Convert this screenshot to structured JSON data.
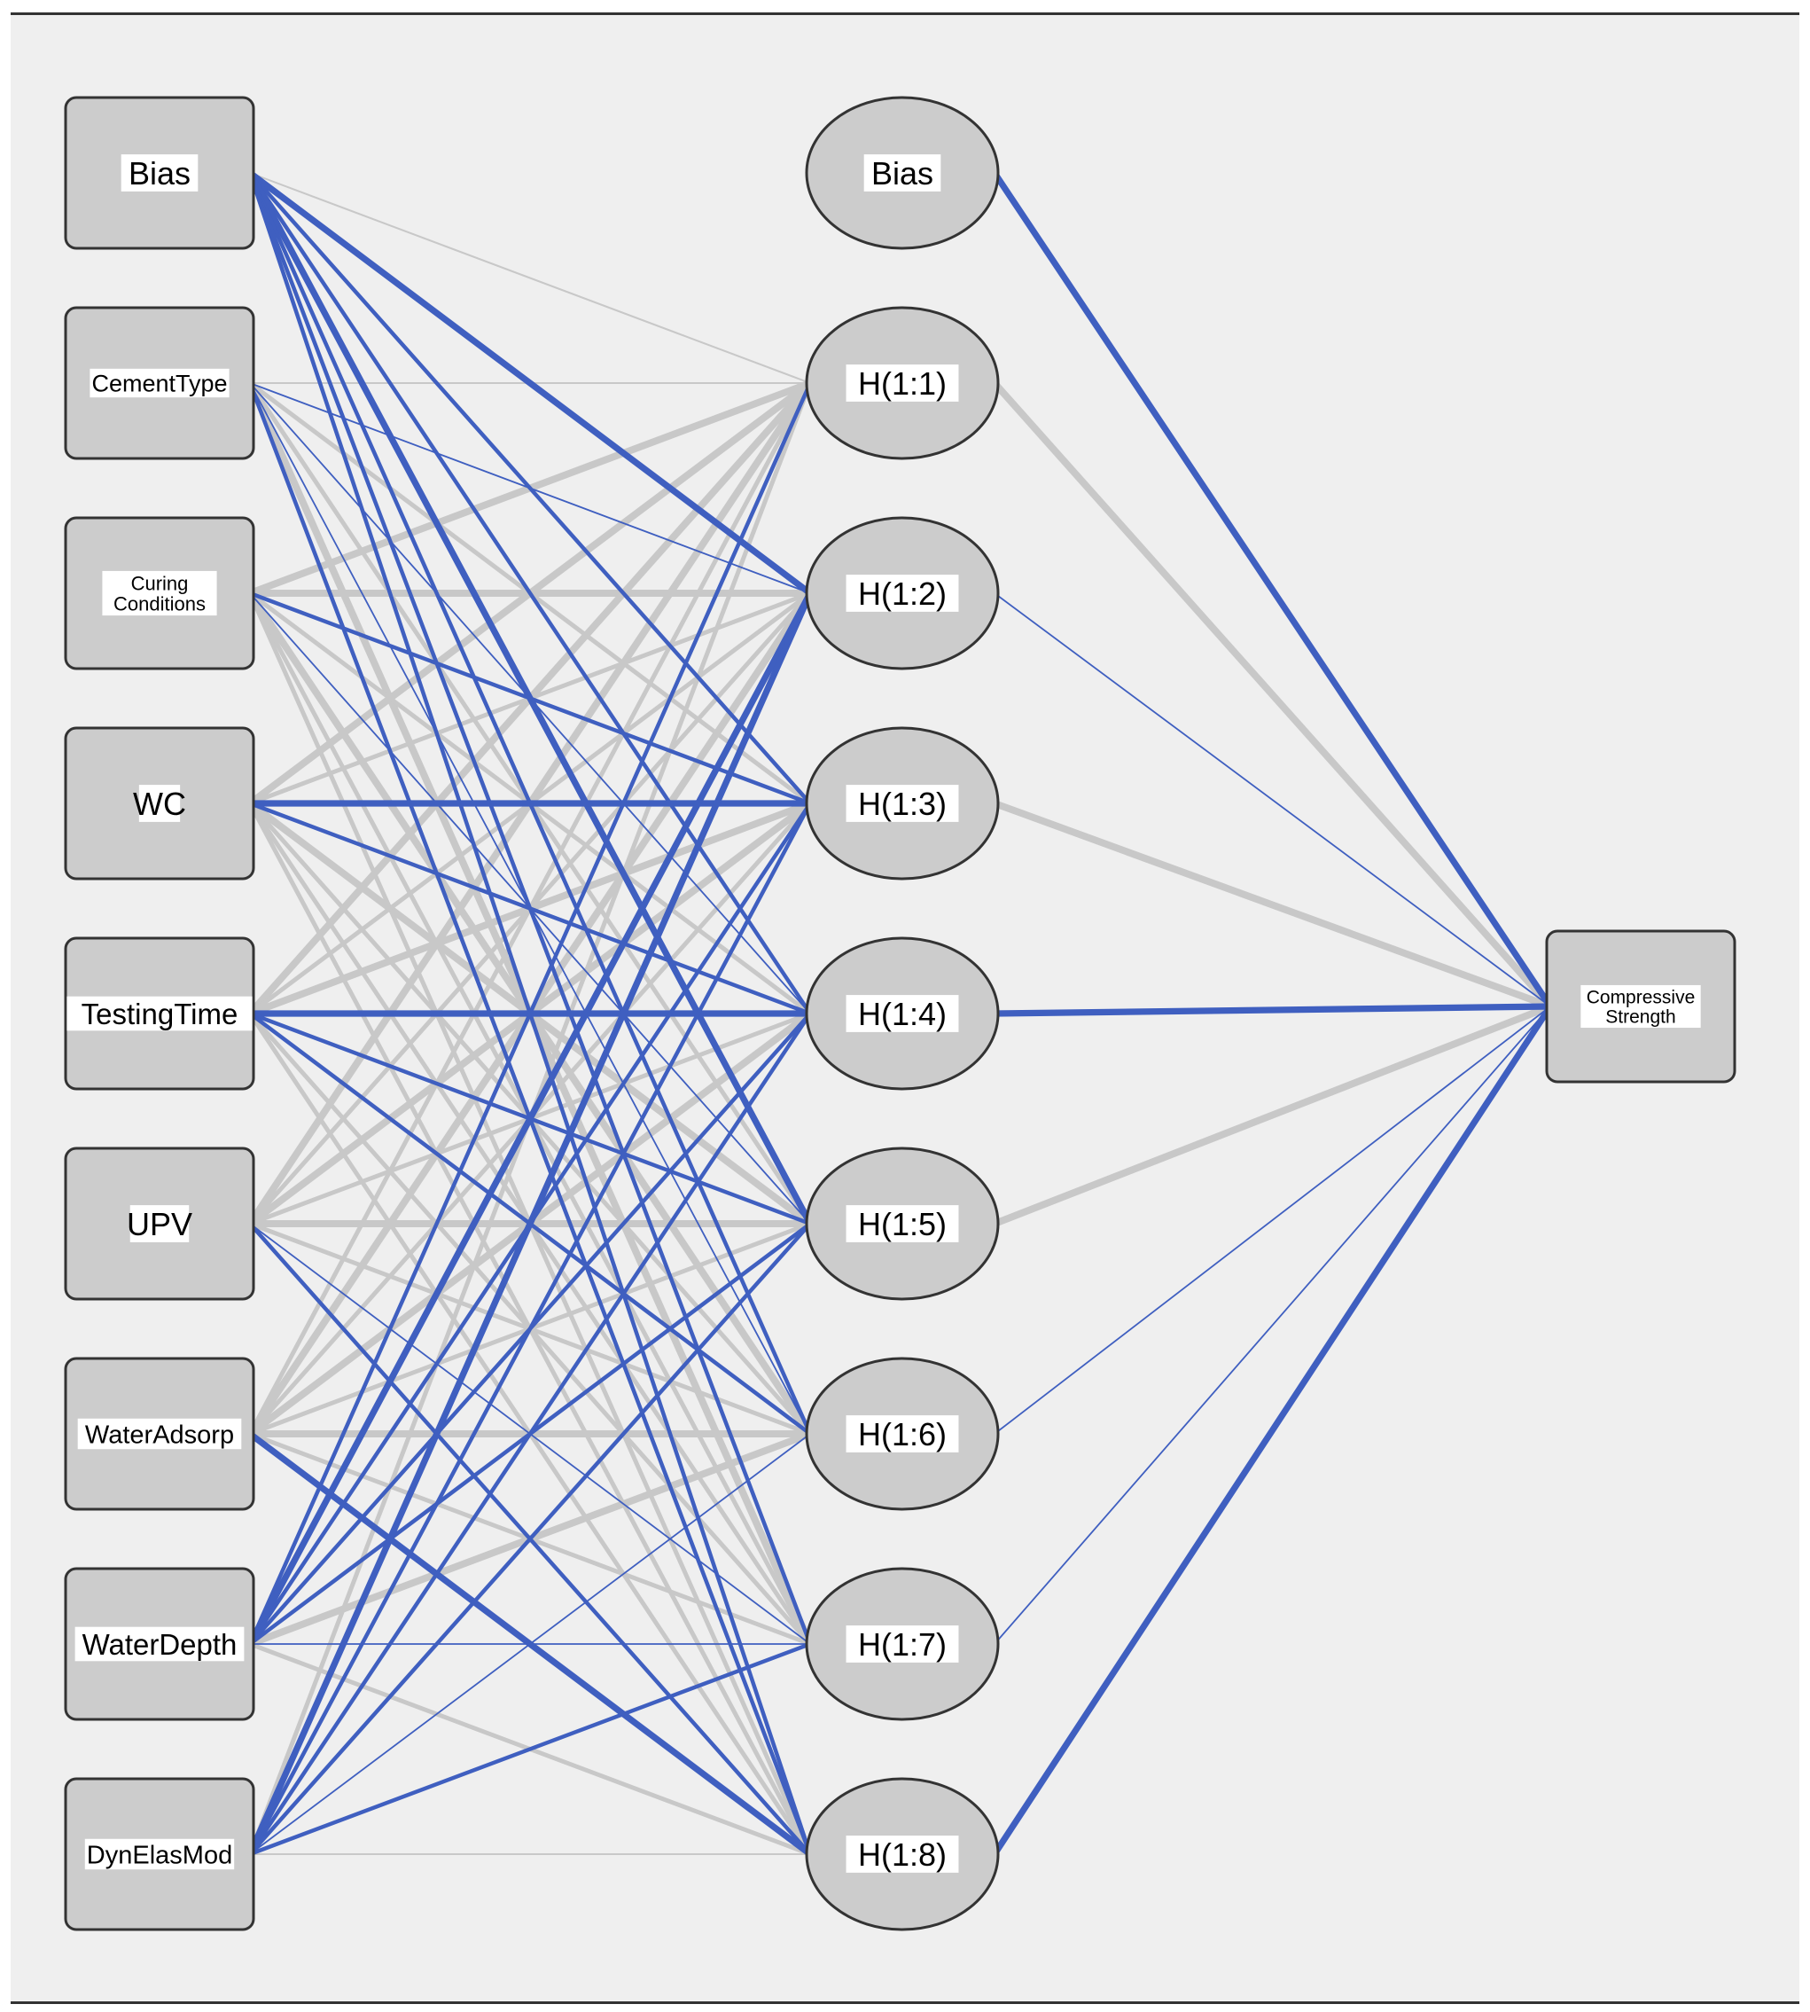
{
  "colors": {
    "background": "#efefef",
    "node_fill": "#cccccc",
    "node_stroke": "#333333",
    "positive_weight": "#c8c8c8",
    "negative_weight": "#3f5fc0"
  },
  "input_layer": [
    {
      "id": "in-bias",
      "label": "Bias"
    },
    {
      "id": "in-cement",
      "label": "CementType"
    },
    {
      "id": "in-curing",
      "label": "Curing Conditions"
    },
    {
      "id": "in-wc",
      "label": "WC"
    },
    {
      "id": "in-testing",
      "label": "TestingTime"
    },
    {
      "id": "in-upv",
      "label": "UPV"
    },
    {
      "id": "in-wateradsorp",
      "label": "WaterAdsorp"
    },
    {
      "id": "in-waterdepth",
      "label": "WaterDepth"
    },
    {
      "id": "in-dynelas",
      "label": "DynElasMod"
    }
  ],
  "hidden_layer": [
    {
      "id": "h-bias",
      "label": "Bias"
    },
    {
      "id": "h1",
      "label": "H(1:1)"
    },
    {
      "id": "h2",
      "label": "H(1:2)"
    },
    {
      "id": "h3",
      "label": "H(1:3)"
    },
    {
      "id": "h4",
      "label": "H(1:4)"
    },
    {
      "id": "h5",
      "label": "H(1:5)"
    },
    {
      "id": "h6",
      "label": "H(1:6)"
    },
    {
      "id": "h7",
      "label": "H(1:7)"
    },
    {
      "id": "h8",
      "label": "H(1:8)"
    }
  ],
  "output_layer": [
    {
      "id": "out-cs",
      "label": "Compressive Strength"
    }
  ],
  "input_to_hidden_weights": [
    [
      "g1",
      "b3",
      "b2",
      "b2",
      "b3",
      "b2",
      "b2",
      "b2"
    ],
    [
      "g1",
      "b1",
      "g2",
      "b1",
      "g2",
      "b1",
      "g3",
      "b2"
    ],
    [
      "g3",
      "g3",
      "b2",
      "g2",
      "b1",
      "g3",
      "g2",
      "g2"
    ],
    [
      "g3",
      "g2",
      "b3",
      "b2",
      "g3",
      "g2",
      "g2",
      "g2"
    ],
    [
      "g3",
      "g2",
      "g3",
      "b3",
      "b2",
      "b2",
      "g2",
      "g2"
    ],
    [
      "g3",
      "g2",
      "g3",
      "g2",
      "g3",
      "g2",
      "b1",
      "b2"
    ],
    [
      "g2",
      "g3",
      "g2",
      "g3",
      "g2",
      "g3",
      "g2",
      "b3"
    ],
    [
      "b2",
      "b3",
      "b2",
      "b2",
      "b2",
      "g3",
      "b1",
      "g2"
    ],
    [
      "g2",
      "b3",
      "b2",
      "b2",
      "b2",
      "b1",
      "b2",
      "g1"
    ]
  ],
  "hidden_to_output_weights": [
    "b3",
    "g3",
    "b1",
    "g3",
    "b3",
    "g3",
    "b1",
    "b1",
    "b3"
  ]
}
